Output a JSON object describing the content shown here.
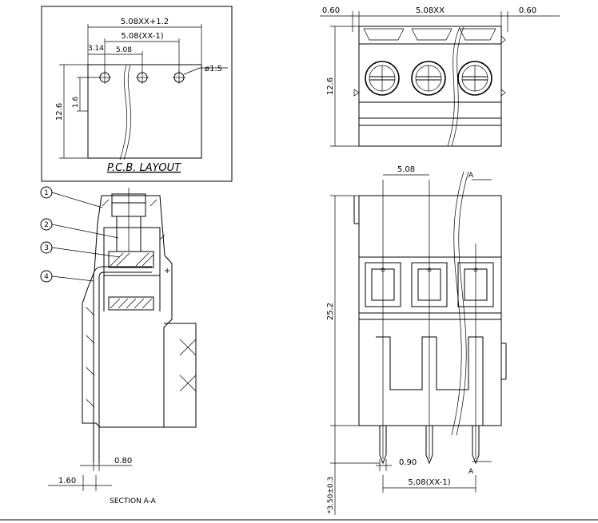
{
  "pcb_layout": {
    "title": "P.C.B. LAYOUT",
    "dim_overall": "5.08XX+1.2",
    "dim_pitch_span": "5.08(XX-1)",
    "dim_edge": "3.14",
    "dim_pitch": "5.08",
    "dim_hole": "ø1.5",
    "dim_height": "12.6",
    "dim_hole_offset": "1.6"
  },
  "top_view": {
    "dim_left": "0.60",
    "dim_width": "5.08XX",
    "dim_right": "0.60",
    "dim_height": "12.6"
  },
  "front_view": {
    "dim_pitch": "5.08",
    "dim_height": "25.2",
    "dim_pin": "0.90",
    "dim_pitch_span": "5.08(XX-1)",
    "dim_pin_length": "*3.50±0.3",
    "section_mark_top": "A",
    "section_mark_bottom": "A"
  },
  "section_view": {
    "callouts": [
      "1",
      "2",
      "3",
      "4"
    ],
    "dim_pin_thickness": "0.80",
    "dim_offset": "1.60",
    "caption": "SECTION A-A"
  }
}
